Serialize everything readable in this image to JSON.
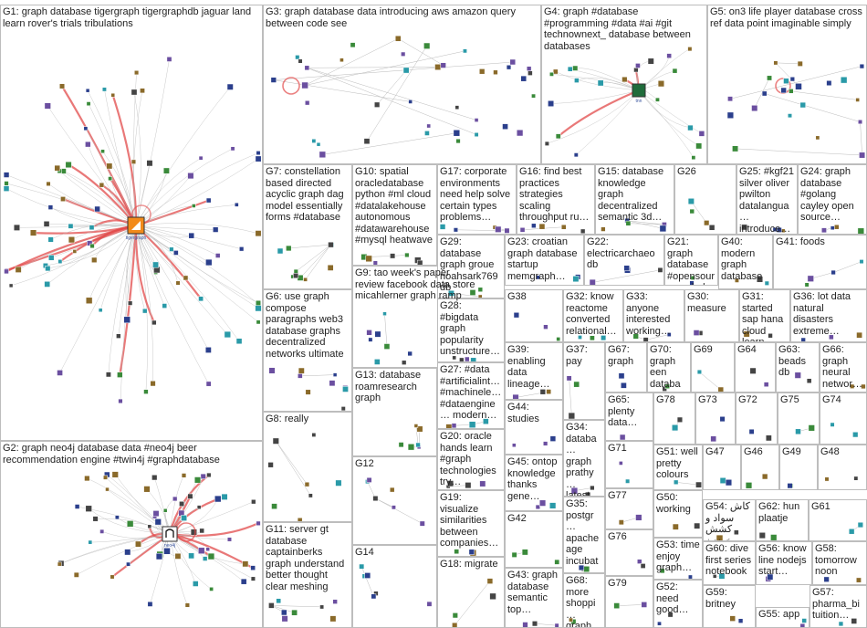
{
  "colors": {
    "panel_border": "#bdbdbd",
    "edge_gray": "#bbbbbb",
    "edge_red": "#e24b4b",
    "node_blue": "#2b3f8c",
    "node_green": "#3a8a3a",
    "node_teal": "#2a9aa8"
  },
  "groups": [
    {
      "id": "G1",
      "label": "G1: graph database tigergraph tigergraphdb jaguar land learn rover's trials tribulations",
      "hub": "tigergraph",
      "hub_icon": "tigergraph-logo-icon"
    },
    {
      "id": "G2",
      "label": "G2: graph neo4j database data #neo4j beer recommendation engine #twin4j #graphdatabase",
      "hub": "neo4j",
      "hub_icon": "neo4j-logo-icon"
    },
    {
      "id": "G3",
      "label": "G3: graph database data introducing aws amazon query between code see"
    },
    {
      "id": "G4",
      "label": "G4: graph #database #programming #data #ai #git technownext_ database between databases",
      "hub": "tnn",
      "hub_icon": "tnn-avatar-icon"
    },
    {
      "id": "G5",
      "label": "G5: on3 life player database cross ref data point imaginable simply"
    },
    {
      "id": "G6",
      "label": "G6: use graph compose paragraphs web3 database graphs decentralized networks ultimate"
    },
    {
      "id": "G7",
      "label": "G7: constellation based directed acyclic graph dag model essentially forms #database"
    },
    {
      "id": "G8",
      "label": "G8: really"
    },
    {
      "id": "G9",
      "label": "G9: tao week's paper review facebook data store micahlerner graph ramp"
    },
    {
      "id": "G10",
      "label": "G10: spatial oracledatabase python #ml cloud #datalakehouse autonomous #datawarehouse #mysql heatwave"
    },
    {
      "id": "G11",
      "label": "G11: server gt database captainberks graph understand better thought clear meshing"
    },
    {
      "id": "G12",
      "label": "G12"
    },
    {
      "id": "G13",
      "label": "G13: database roamresearch graph"
    },
    {
      "id": "G14",
      "label": "G14"
    },
    {
      "id": "G15",
      "label": "G15: database knowledge graph decentralized semantic 3d…"
    },
    {
      "id": "G16",
      "label": "G16: find best practices strategies scaling throughput ru…"
    },
    {
      "id": "G17",
      "label": "G17: corporate environments need help solve certain types problems…"
    },
    {
      "id": "G18",
      "label": "G18: migrate"
    },
    {
      "id": "G19",
      "label": "G19: visualize similarities between companies…"
    },
    {
      "id": "G20",
      "label": "G20: oracle hands learn #graph technologies try…"
    },
    {
      "id": "G21",
      "label": "G21: graph database #opensource nebula control…"
    },
    {
      "id": "G22",
      "label": "G22: electricarchaeo db"
    },
    {
      "id": "G23",
      "label": "G23: croatian graph database startup memgraph…"
    },
    {
      "id": "G24",
      "label": "G24: graph database #golang cayley open source…"
    },
    {
      "id": "G25",
      "label": "G25: #kgf21 silver oliver pwilton datalangua… introduce…"
    },
    {
      "id": "G26",
      "label": "G26"
    },
    {
      "id": "G27",
      "label": "G27: #data #artificialint… #machinele… #dataengine… modern…"
    },
    {
      "id": "G28",
      "label": "G28: #bigdata graph popularity unstructure…"
    },
    {
      "id": "G29",
      "label": "G29: database graph groue noahsark769 db"
    },
    {
      "id": "G30",
      "label": "G30: measure"
    },
    {
      "id": "G31",
      "label": "G31: started sap hana cloud learn create…"
    },
    {
      "id": "G32",
      "label": "G32: know reactome converted relational…"
    },
    {
      "id": "G33",
      "label": "G33: anyone interested working…"
    },
    {
      "id": "G34",
      "label": "G34: databa… graph prathy… latest discov…"
    },
    {
      "id": "G35",
      "label": "G35: postgr… apache age incubat… extensi…"
    },
    {
      "id": "G36",
      "label": "G36: lot data natural disasters extreme…"
    },
    {
      "id": "G37",
      "label": "G37: pay"
    },
    {
      "id": "G38",
      "label": "G38"
    },
    {
      "id": "G39",
      "label": "G39: enabling data lineage…"
    },
    {
      "id": "G40",
      "label": "G40: modern graph database…"
    },
    {
      "id": "G41",
      "label": "G41: foods"
    },
    {
      "id": "G42",
      "label": "G42"
    },
    {
      "id": "G43",
      "label": "G43: graph database semantic top…"
    },
    {
      "id": "G44",
      "label": "G44: studies"
    },
    {
      "id": "G45",
      "label": "G45: ontop knowledge thanks gene…"
    },
    {
      "id": "G46",
      "label": "G46"
    },
    {
      "id": "G47",
      "label": "G47"
    },
    {
      "id": "G48",
      "label": "G48"
    },
    {
      "id": "G49",
      "label": "G49"
    },
    {
      "id": "G50",
      "label": "G50: working"
    },
    {
      "id": "G51",
      "label": "G51: well pretty colours"
    },
    {
      "id": "G52",
      "label": "G52: need good…"
    },
    {
      "id": "G53",
      "label": "G53: time enjoy graph…"
    },
    {
      "id": "G54",
      "label": "G54: کاش سواد و کشش خوندن"
    },
    {
      "id": "G55",
      "label": "G55: app"
    },
    {
      "id": "G56",
      "label": "G56: know line nodejs start…"
    },
    {
      "id": "G57",
      "label": "G57: pharma_bi tuition…"
    },
    {
      "id": "G58",
      "label": "G58: tomorrow noon"
    },
    {
      "id": "G59",
      "label": "G59: britney"
    },
    {
      "id": "G60",
      "label": "G60: dive first series notebook…"
    },
    {
      "id": "G61",
      "label": "G61"
    },
    {
      "id": "G62",
      "label": "G62: hun plaatje"
    },
    {
      "id": "G63",
      "label": "G63: beads db"
    },
    {
      "id": "G64",
      "label": "G64"
    },
    {
      "id": "G65",
      "label": "G65: plenty data…"
    },
    {
      "id": "G66",
      "label": "G66: graph neural networ…"
    },
    {
      "id": "G67",
      "label": "G67: graph"
    },
    {
      "id": "G68",
      "label": "G68: more shoppi… graph…"
    },
    {
      "id": "G69",
      "label": "G69"
    },
    {
      "id": "G70",
      "label": "G70: graph een databa…"
    },
    {
      "id": "G71",
      "label": "G71"
    },
    {
      "id": "G72",
      "label": "G72"
    },
    {
      "id": "G73",
      "label": "G73"
    },
    {
      "id": "G74",
      "label": "G74"
    },
    {
      "id": "G75",
      "label": "G75"
    },
    {
      "id": "G76",
      "label": "G76"
    },
    {
      "id": "G77",
      "label": "G77"
    },
    {
      "id": "G78",
      "label": "G78"
    },
    {
      "id": "G79",
      "label": "G79"
    }
  ]
}
